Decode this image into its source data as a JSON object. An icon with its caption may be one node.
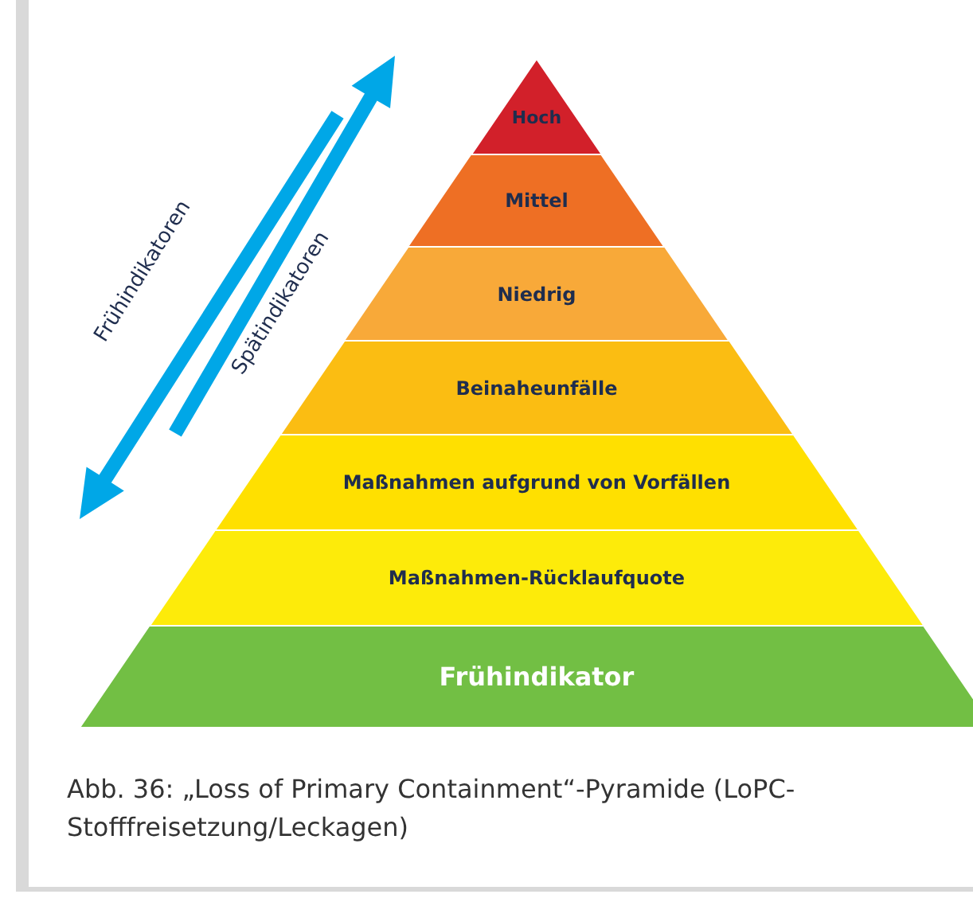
{
  "diagram": {
    "caption": "Abb. 36: „Loss of Primary Containment“-Pyramide (LoPC-Stofffreisetzung/Leckagen)",
    "nodes": [
      {
        "text": [
          "Hoch"
        ]
      },
      {
        "text": [
          "Mittel"
        ]
      },
      {
        "text": [
          "Niedrig"
        ]
      },
      {
        "text": [
          "Beinaheunfälle"
        ]
      },
      {
        "text": [
          "Maßnahmen aufgrund von Vorfällen"
        ]
      },
      {
        "text": [
          "Maßnahmen-Rücklaufquote"
        ]
      },
      {
        "text": [
          "Frühindikator"
        ]
      }
    ],
    "edges": [],
    "labels": [
      "Frühindikatoren",
      "Spätindikatoren"
    ]
  }
}
